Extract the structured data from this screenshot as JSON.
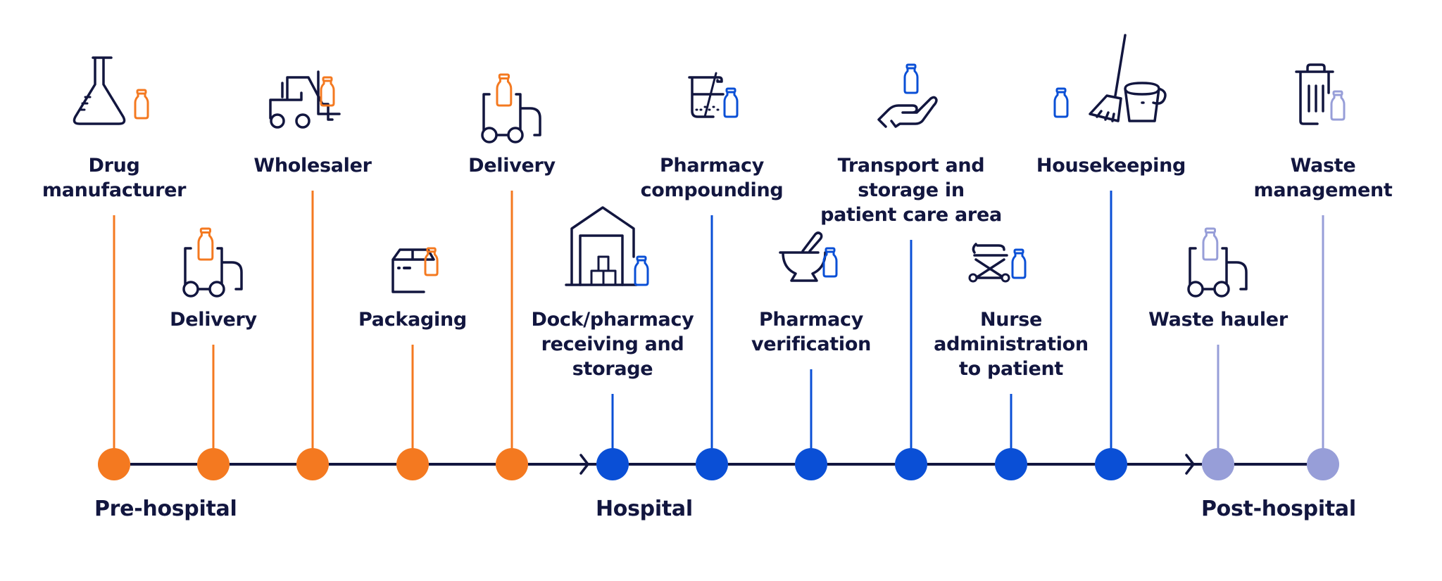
{
  "colors": {
    "pre_hospital": "#f47920",
    "hospital": "#0a4fd6",
    "post_hospital": "#979ed8",
    "ink": "#12163f"
  },
  "phases": [
    {
      "id": "pre",
      "label": "Pre-hospital"
    },
    {
      "id": "hospital",
      "label": "Hospital"
    },
    {
      "id": "post",
      "label": "Post-hospital"
    }
  ],
  "steps": [
    {
      "label": "Drug\nmanufacturer",
      "phase": "pre",
      "row": "top",
      "icon": "flask-icon"
    },
    {
      "label": "Delivery",
      "phase": "pre",
      "row": "bottom",
      "icon": "truck-icon"
    },
    {
      "label": "Wholesaler",
      "phase": "pre",
      "row": "top",
      "icon": "forklift-icon"
    },
    {
      "label": "Packaging",
      "phase": "pre",
      "row": "bottom",
      "icon": "box-icon"
    },
    {
      "label": "Delivery",
      "phase": "pre",
      "row": "top",
      "icon": "truck-icon"
    },
    {
      "label": "Dock/pharmacy\nreceiving and\nstorage",
      "phase": "hospital",
      "row": "bottom",
      "icon": "warehouse-icon"
    },
    {
      "label": "Pharmacy\ncompounding",
      "phase": "hospital",
      "row": "top",
      "icon": "beaker-icon"
    },
    {
      "label": "Pharmacy\nverification",
      "phase": "hospital",
      "row": "bottom",
      "icon": "mortar-pestle-icon"
    },
    {
      "label": "Transport and\nstorage in\npatient care area",
      "phase": "hospital",
      "row": "top",
      "icon": "hand-icon"
    },
    {
      "label": "Nurse\nadministration\nto patient",
      "phase": "hospital",
      "row": "bottom",
      "icon": "stretcher-icon"
    },
    {
      "label": "Housekeeping",
      "phase": "hospital",
      "row": "top",
      "icon": "broom-bucket-icon"
    },
    {
      "label": "Waste hauler",
      "phase": "post",
      "row": "bottom",
      "icon": "truck-icon"
    },
    {
      "label": "Waste\nmanagement",
      "phase": "post",
      "row": "top",
      "icon": "trash-icon"
    }
  ]
}
